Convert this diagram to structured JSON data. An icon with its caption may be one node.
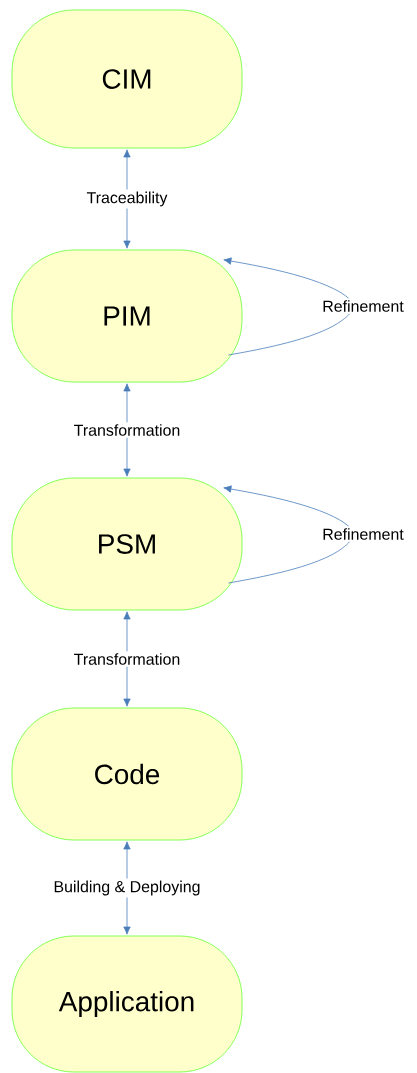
{
  "diagram": {
    "nodes": [
      {
        "text": [
          "CIM"
        ]
      },
      {
        "text": [
          "PIM"
        ]
      },
      {
        "text": [
          "PSM"
        ]
      },
      {
        "text": [
          "Code"
        ]
      },
      {
        "text": [
          "Application"
        ]
      }
    ],
    "edges": [
      {
        "from": 0,
        "to": 1,
        "arrow": "both",
        "label": "Traceability"
      },
      {
        "from": 1,
        "to": 1,
        "arrow": "to",
        "label": "Refinement"
      },
      {
        "from": 1,
        "to": 2,
        "arrow": "both",
        "label": "Transformation"
      },
      {
        "from": 2,
        "to": 2,
        "arrow": "to",
        "label": "Refinement"
      },
      {
        "from": 2,
        "to": 3,
        "arrow": "both",
        "label": "Transformation"
      },
      {
        "from": 3,
        "to": 4,
        "arrow": "both",
        "label": "Building & Deploying"
      }
    ]
  }
}
